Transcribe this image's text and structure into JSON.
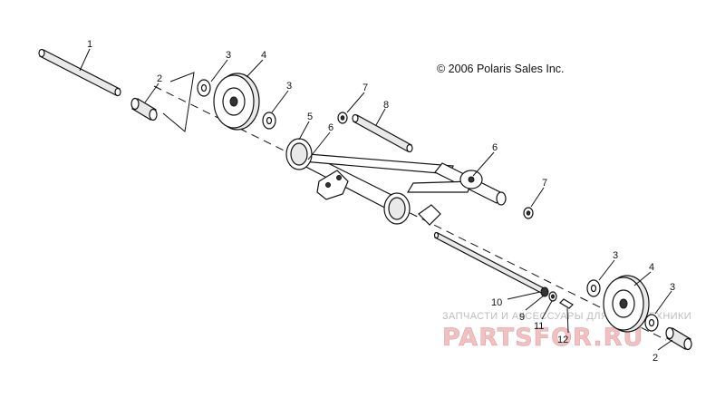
{
  "diagram": {
    "copyright": "© 2006 Polaris Sales Inc.",
    "callouts": {
      "c1": "1",
      "c2a": "2",
      "c3a": "3",
      "c4a": "4",
      "c3b": "3",
      "c5": "5",
      "c6a": "6",
      "c7a": "7",
      "c8": "8",
      "c6b": "6",
      "c7b": "7",
      "c3c": "3",
      "c4b": "4",
      "c3d": "3",
      "c10": "10",
      "c9": "9",
      "c11": "11",
      "c12": "12",
      "c2b": "2"
    },
    "watermark": {
      "tagline": "ЗАПЧАСТИ И АКСЕССУАРЫ ДЛЯ МОТОТЕХНИКИ",
      "brand": "PARTSFOR.RU"
    }
  }
}
